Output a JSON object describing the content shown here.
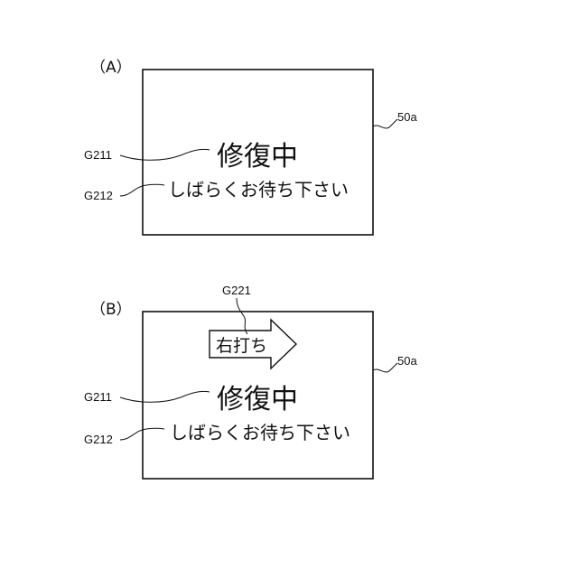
{
  "panels": [
    {
      "label": "（A）",
      "screen_ref": "50a",
      "title_ref": "G211",
      "message_ref": "G212",
      "title": "修復中",
      "message": "しばらくお待ち下さい"
    },
    {
      "label": "（B）",
      "screen_ref": "50a",
      "title_ref": "G211",
      "message_ref": "G212",
      "arrow_ref": "G221",
      "arrow_text": "右打ち",
      "title": "修復中",
      "message": "しばらくお待ち下さい"
    }
  ]
}
